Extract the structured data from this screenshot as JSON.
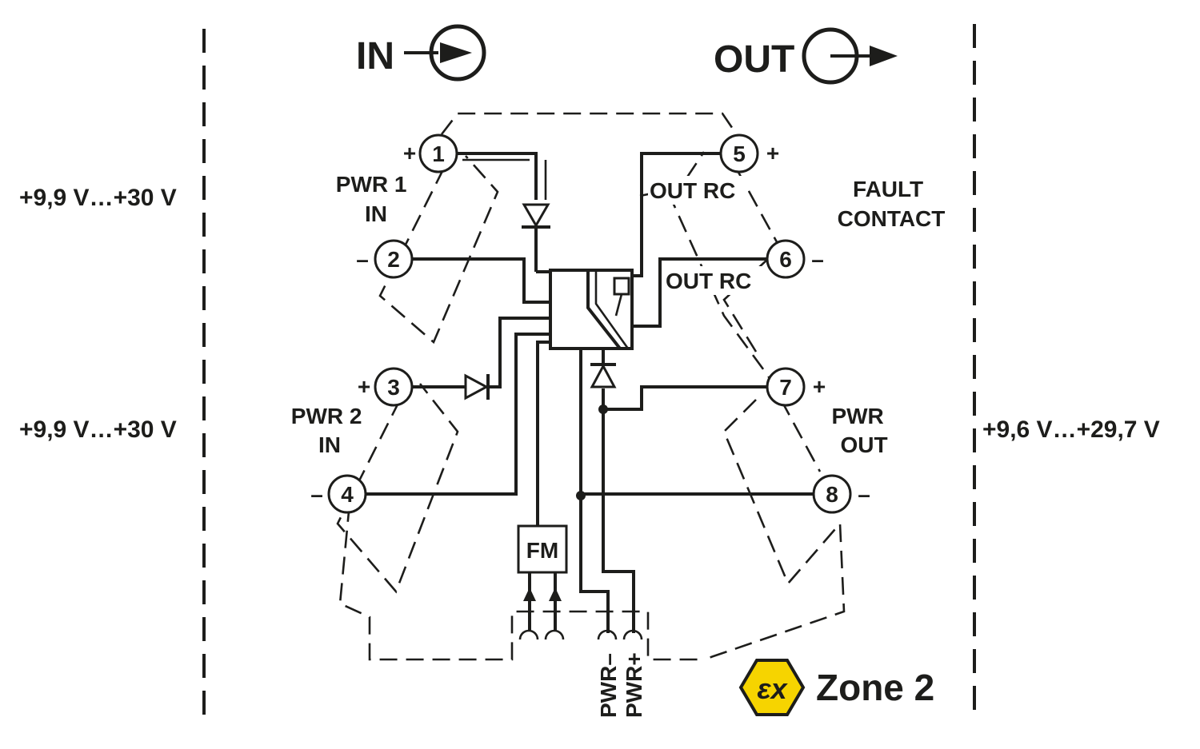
{
  "header": {
    "in_label": "IN",
    "out_label": "OUT"
  },
  "left_voltages": [
    "+9,9 V…+30 V",
    "+9,9 V…+30 V"
  ],
  "right_voltage": "+9,6 V…+29,7 V",
  "groups": {
    "pwr1": [
      "PWR 1",
      "IN"
    ],
    "pwr2": [
      "PWR 2",
      "IN"
    ],
    "pwr_out": [
      "PWR",
      "OUT"
    ],
    "fault": [
      "FAULT",
      "CONTACT"
    ]
  },
  "out_rc": [
    "OUT RC",
    "OUT RC"
  ],
  "terminals": [
    {
      "num": "1",
      "sign": "+"
    },
    {
      "num": "2",
      "sign": "–"
    },
    {
      "num": "3",
      "sign": "+"
    },
    {
      "num": "4",
      "sign": "–"
    },
    {
      "num": "5",
      "sign": "+"
    },
    {
      "num": "6",
      "sign": "–"
    },
    {
      "num": "7",
      "sign": "+"
    },
    {
      "num": "8",
      "sign": "–"
    }
  ],
  "fm_label": "FM",
  "bus_labels": [
    "PWR–",
    "PWR+"
  ],
  "zone": {
    "symbol": "εx",
    "label": "Zone 2",
    "badge_color": "#f6d400"
  },
  "colors": {
    "ink": "#1d1d1b",
    "background": "#ffffff"
  }
}
